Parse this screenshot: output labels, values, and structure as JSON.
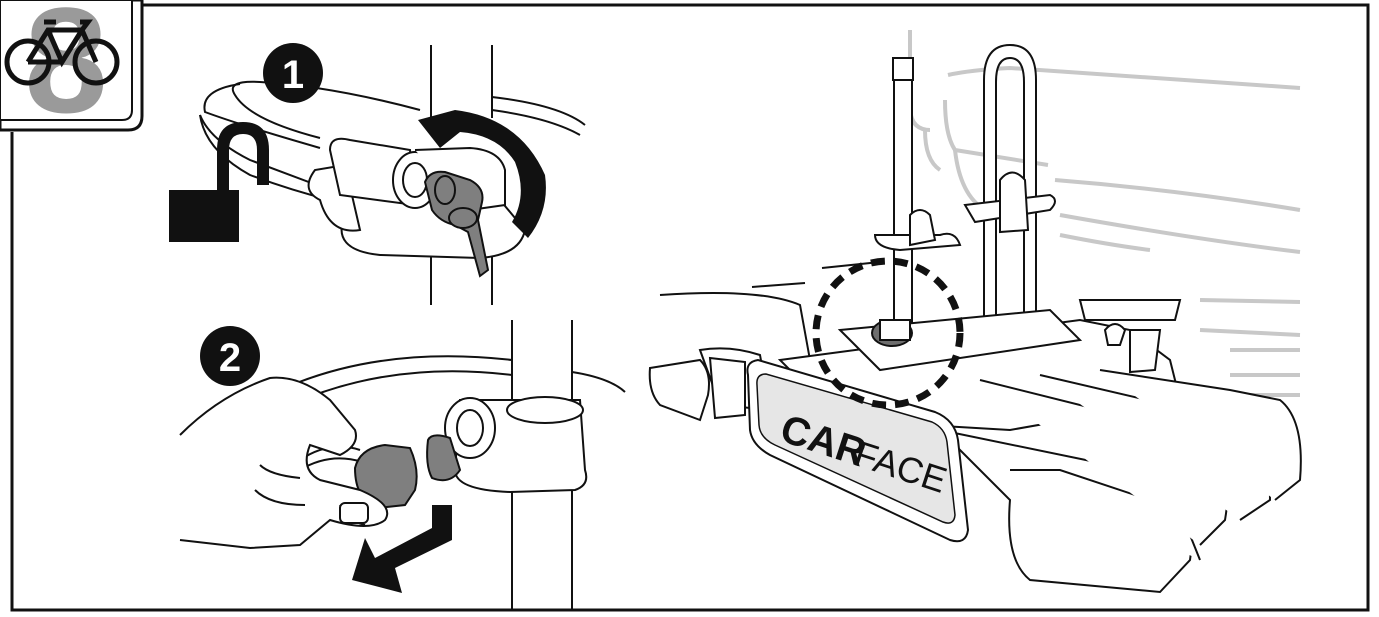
{
  "header_badge": {
    "icon": "bicycle-icon",
    "step_number": "8"
  },
  "steps": [
    {
      "number": "1"
    },
    {
      "number": "2"
    }
  ],
  "license_plate": {
    "brand_bold": "CAR",
    "brand_light": "FACE"
  },
  "colors": {
    "ink": "#111111",
    "badge_number": "#9a9a9a",
    "lock_body": "#111111",
    "key_grey": "#7f7f7f",
    "plate_fill": "#e6e6e6",
    "background_lines": "#c8c8c8",
    "cap_grey": "#6e6e6e"
  }
}
